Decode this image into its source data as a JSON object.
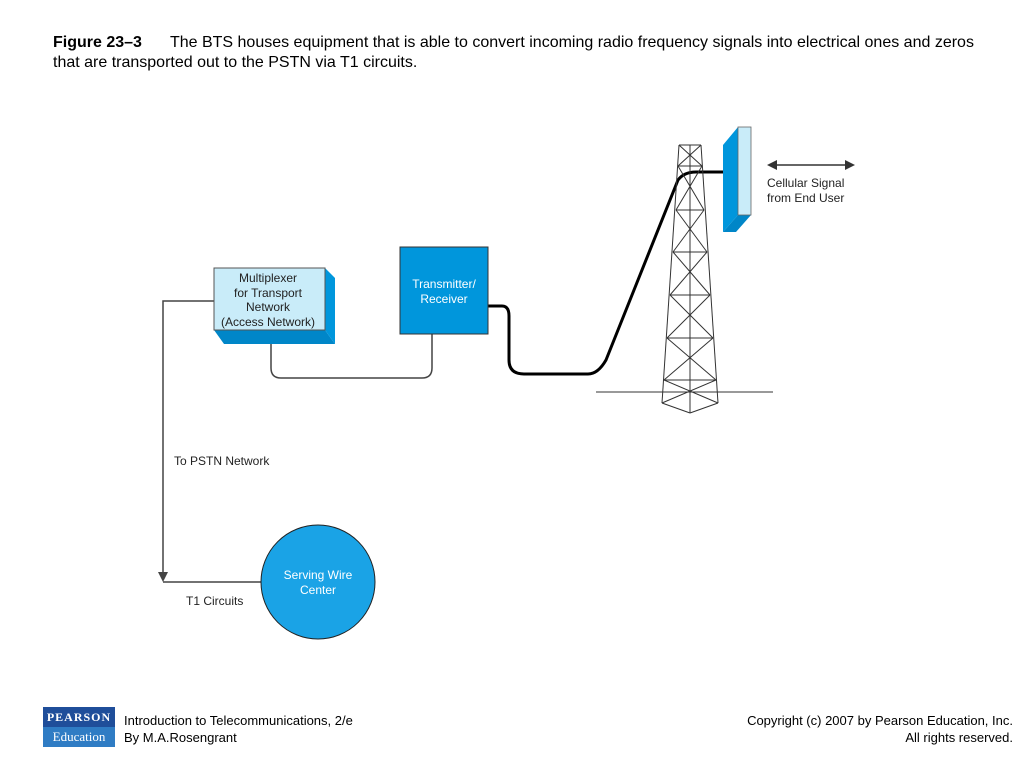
{
  "caption": {
    "figure_label": "Figure 23–3",
    "text": "The BTS houses equipment that is able to convert incoming radio frequency signals into electrical ones and zeros that are transported out to the PSTN via  T1 circuits."
  },
  "diagram": {
    "multiplexer_lines": [
      "Multiplexer",
      "for Transport",
      "Network",
      "(Access Network)"
    ],
    "transmitter_lines": [
      "Transmitter/",
      "Receiver"
    ],
    "cellular_lines": [
      "Cellular Signal",
      "from End User"
    ],
    "pstn_label": "To PSTN Network",
    "t1_label": "T1 Circuits",
    "serving_lines": [
      "Serving Wire",
      "Center"
    ]
  },
  "colors": {
    "box_light": "#c9ecf9",
    "box_blue": "#0096dc",
    "box_side": "#0086c8",
    "circle_blue": "#1aa3e6"
  },
  "footer": {
    "logo_top": "PEARSON",
    "logo_bottom": "Education",
    "book_title": "Introduction to Telecommunications, 2/e",
    "author": "By M.A.Rosengrant",
    "copyright": "Copyright (c) 2007 by Pearson Education, Inc.",
    "rights": "All rights reserved."
  }
}
